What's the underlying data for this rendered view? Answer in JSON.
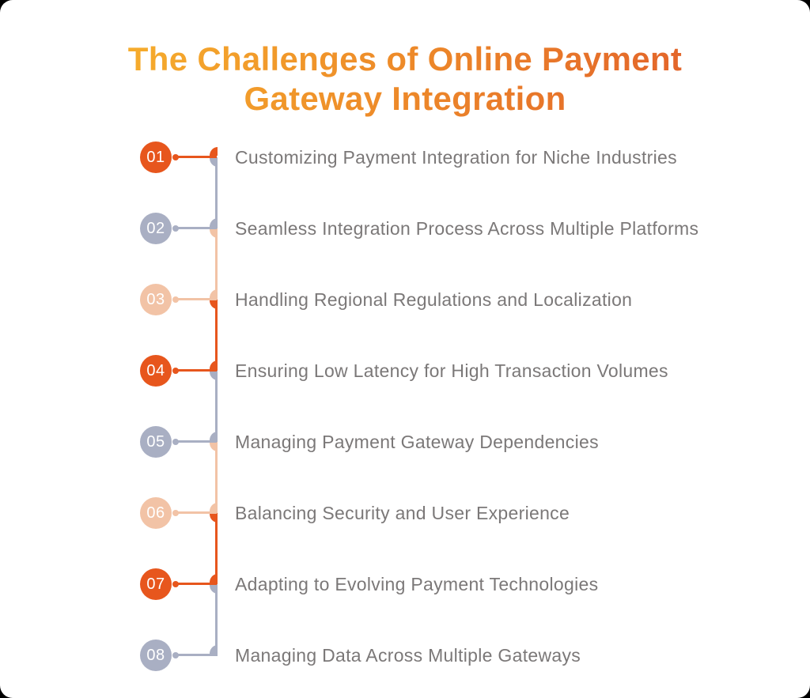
{
  "canvas": {
    "background": "#000000",
    "card_background": "#ffffff"
  },
  "title": {
    "text": "The Challenges of Online Payment Gateway Integration",
    "gradient_start": "#F7B12D",
    "gradient_mid": "#ED8929",
    "gradient_end": "#E15F2B"
  },
  "colors": {
    "orange": "#E7561D",
    "gray": "#A9AFC3",
    "peach": "#F2C3A6",
    "label_text": "#7B7878",
    "number_text": "#FFFFFF"
  },
  "items": [
    {
      "number": "01",
      "label": "Customizing Payment Integration for Niche Industries",
      "color_key": "orange"
    },
    {
      "number": "02",
      "label": "Seamless Integration Process Across Multiple Platforms",
      "color_key": "gray"
    },
    {
      "number": "03",
      "label": "Handling Regional Regulations and Localization",
      "color_key": "peach"
    },
    {
      "number": "04",
      "label": "Ensuring Low Latency for High Transaction Volumes",
      "color_key": "orange"
    },
    {
      "number": "05",
      "label": "Managing Payment Gateway Dependencies",
      "color_key": "gray"
    },
    {
      "number": "06",
      "label": "Balancing Security and User Experience",
      "color_key": "peach"
    },
    {
      "number": "07",
      "label": "Adapting to Evolving Payment Technologies",
      "color_key": "orange"
    },
    {
      "number": "08",
      "label": "Managing Data Across Multiple Gateways",
      "color_key": "gray"
    }
  ]
}
